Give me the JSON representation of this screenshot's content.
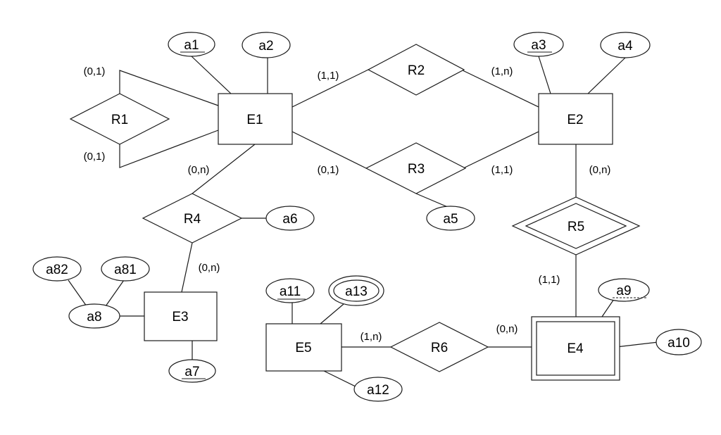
{
  "entities": {
    "E1": "E1",
    "E2": "E2",
    "E3": "E3",
    "E4": "E4",
    "E5": "E5"
  },
  "relationships": {
    "R1": "R1",
    "R2": "R2",
    "R3": "R3",
    "R4": "R4",
    "R5": "R5",
    "R6": "R6"
  },
  "attributes": {
    "a1": "a1",
    "a2": "a2",
    "a3": "a3",
    "a4": "a4",
    "a5": "a5",
    "a6": "a6",
    "a7": "a7",
    "a8": "a8",
    "a81": "a81",
    "a82": "a82",
    "a9": "a9",
    "a10": "a10",
    "a11": "a11",
    "a12": "a12",
    "a13": "a13"
  },
  "cardinalities": {
    "r1_top": "(0,1)",
    "r1_bottom": "(0,1)",
    "e1_r2": "(1,1)",
    "r2_e2": "(1,n)",
    "e1_r3": "(0,1)",
    "r3_e2": "(1,1)",
    "e1_r4": "(0,n)",
    "r4_e3": "(0,n)",
    "e2_r5": "(0,n)",
    "r5_e4": "(1,1)",
    "e5_r6": "(1,n)",
    "r6_e4": "(0,n)"
  }
}
